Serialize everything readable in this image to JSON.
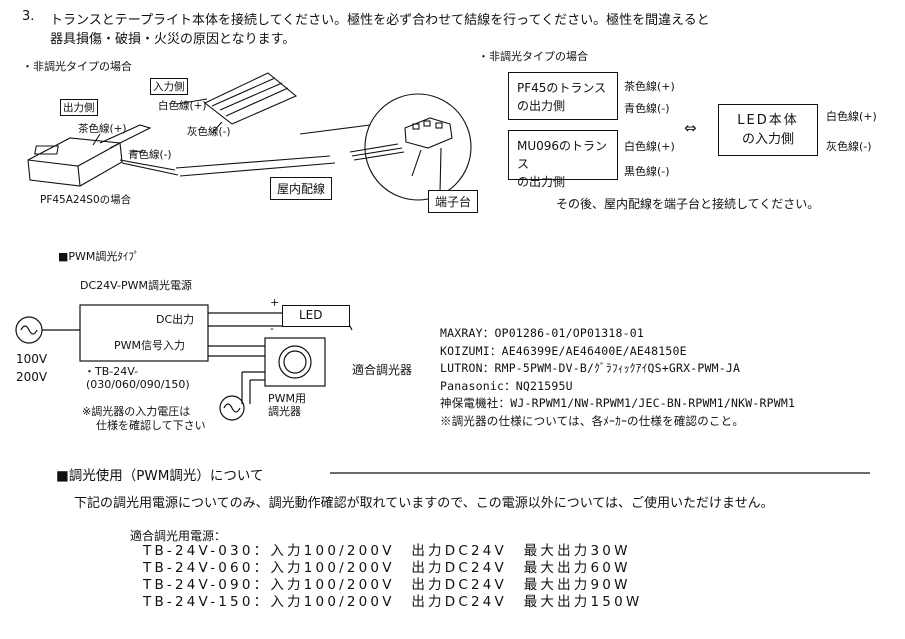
{
  "section3": {
    "number": "3.",
    "line1": "トランスとテープライト本体を接続してください。極性を必ず合わせて結線を行ってください。極性を間違えると",
    "line2": "器具損傷・破損・火災の原因となります。"
  },
  "left_diagram": {
    "heading": "・非調光タイプの場合",
    "input_side": "入力側",
    "output_side": "出力側",
    "white_wire": "白色線(+)",
    "grey_wire": "灰色線(-)",
    "brown_wire": "茶色線(+)",
    "blue_wire": "青色線(-)",
    "model_caption": "PF45A24S0の場合",
    "indoor_wiring": "屋内配線",
    "terminal_block": "端子台"
  },
  "right_diagram": {
    "heading": "・非調光タイプの場合",
    "pf45_box": [
      "PF45のトランス",
      "の出力側"
    ],
    "pf45_brown": "茶色線(+)",
    "pf45_blue": "青色線(-)",
    "mu096_box": [
      "MU096のトランス",
      "の出力側"
    ],
    "mu096_white": "白色線(+)",
    "mu096_black": "黒色線(-)",
    "arrow": "⇔",
    "led_box": [
      "LED本体",
      "の入力側"
    ],
    "led_white": "白色線(+)",
    "led_grey": "灰色線(-)",
    "note": "その後、屋内配線を端子台と接続してください。"
  },
  "pwm_diagram": {
    "heading": "■PWM調光ﾀｲﾌﾟ",
    "supply": "DC24V-PWM調光電源",
    "dc_out": "DC出力",
    "pwm_in": "PWM信号入力",
    "plus": "+",
    "minus": "-",
    "led": "LED",
    "voltage1": "100V",
    "voltage2": "200V",
    "model_line1": "・TB-24V-",
    "model_line2": "(030/060/090/150)",
    "note_line1": "※調光器の入力電圧は",
    "note_line2": "仕様を確認して下さい",
    "dimmer_label1": "PWM用",
    "dimmer_label2": "調光器",
    "compatible_dimmers": "適合調光器",
    "dimmers": [
      "MAXRAY：OP01286-01/OP01318-01",
      "KOIZUMI：AE46399E/AE46400E/AE48150E",
      "LUTRON：RMP-5PWM-DV-B/ｸﾞﾗﾌｨｯｸｱｲQS+GRX-PWM-JA",
      "Panasonic：NQ21595U",
      "神保電機社：WJ-RPWM1/NW-RPWM1/JEC-BN-RPWM1/NKW-RPWM1",
      "※調光器の仕様については、各ﾒｰｶｰの仕様を確認のこと。"
    ]
  },
  "dimming_section": {
    "title": "■調光使用（PWM調光）について",
    "body": "下記の調光用電源についてのみ、調光動作確認が取れていますので、この電源以外については、ご使用いただけません。",
    "list_heading": "適合調光用電源：",
    "supplies": [
      "TB-24V-030：入力100/200V　出力DC24V　最大出力30W",
      "TB-24V-060：入力100/200V　出力DC24V　最大出力60W",
      "TB-24V-090：入力100/200V　出力DC24V　最大出力90W",
      "TB-24V-150：入力100/200V　出力DC24V　最大出力150W"
    ]
  }
}
